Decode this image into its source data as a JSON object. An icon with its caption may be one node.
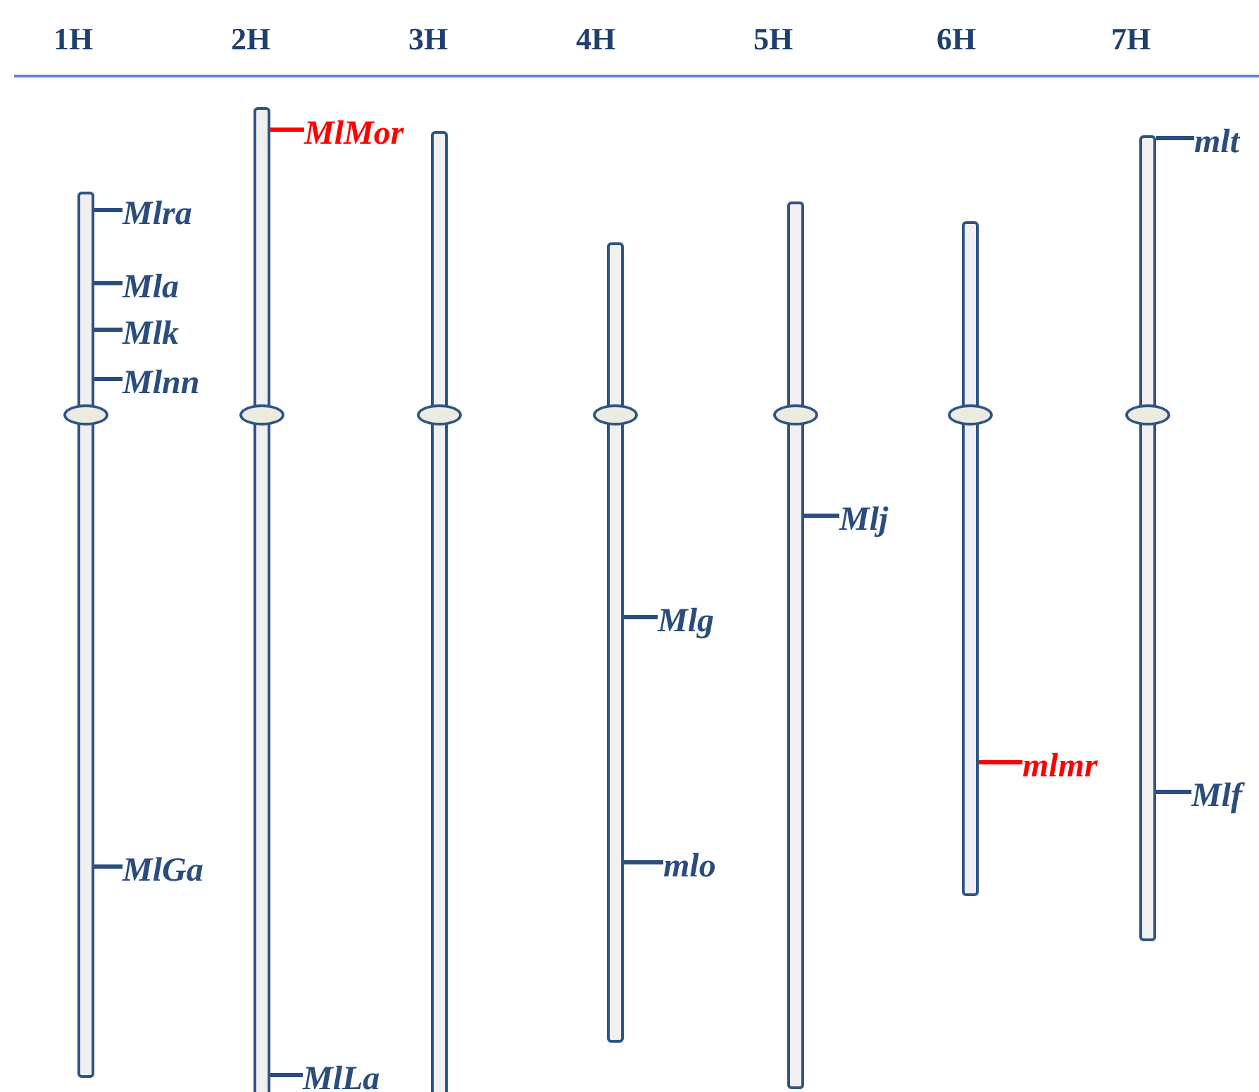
{
  "diagram": {
    "nodes": [
      {
        "text": [],
        "shape": "bar"
      },
      {
        "text": [],
        "shape": "bar"
      },
      {
        "text": [],
        "shape": "bar"
      },
      {
        "text": [],
        "shape": "bar"
      },
      {
        "text": [],
        "shape": "bar"
      },
      {
        "text": [],
        "shape": "bar"
      },
      {
        "text": [],
        "shape": "bar"
      },
      {
        "text": [
          "MlMor"
        ]
      },
      {
        "text": [
          "mlt"
        ]
      },
      {
        "text": [
          "Mlra"
        ]
      },
      {
        "text": [
          "Mla"
        ]
      },
      {
        "text": [
          "Mlk"
        ]
      },
      {
        "text": [
          "Mlnn"
        ]
      },
      {
        "text": [
          "Mlj"
        ]
      },
      {
        "text": [
          "Mlg"
        ]
      },
      {
        "text": [
          "mlmr"
        ]
      },
      {
        "text": [
          "Mlf"
        ]
      },
      {
        "text": [
          "MlGa"
        ]
      },
      {
        "text": [
          "mlo"
        ]
      },
      {
        "text": [
          "MlLa"
        ]
      }
    ],
    "edges": [
      {
        "from": 7,
        "to": 1,
        "arrow": "none",
        "color": "#ff0000"
      },
      {
        "from": 8,
        "to": 6,
        "arrow": "none"
      },
      {
        "from": 9,
        "to": 0,
        "arrow": "none"
      },
      {
        "from": 10,
        "to": 0,
        "arrow": "none"
      },
      {
        "from": 11,
        "to": 0,
        "arrow": "none"
      },
      {
        "from": 12,
        "to": 0,
        "arrow": "none"
      },
      {
        "from": 13,
        "to": 4,
        "arrow": "none"
      },
      {
        "from": 14,
        "to": 3,
        "arrow": "none"
      },
      {
        "from": 15,
        "to": 5,
        "arrow": "none",
        "color": "#ff0000"
      },
      {
        "from": 16,
        "to": 6,
        "arrow": "none"
      },
      {
        "from": 17,
        "to": 0,
        "arrow": "none"
      },
      {
        "from": 18,
        "to": 3,
        "arrow": "none"
      },
      {
        "from": 19,
        "to": 1,
        "arrow": "none"
      }
    ],
    "labels": [
      "1H",
      "2H",
      "3H",
      "4H",
      "5H",
      "6H",
      "7H"
    ]
  }
}
